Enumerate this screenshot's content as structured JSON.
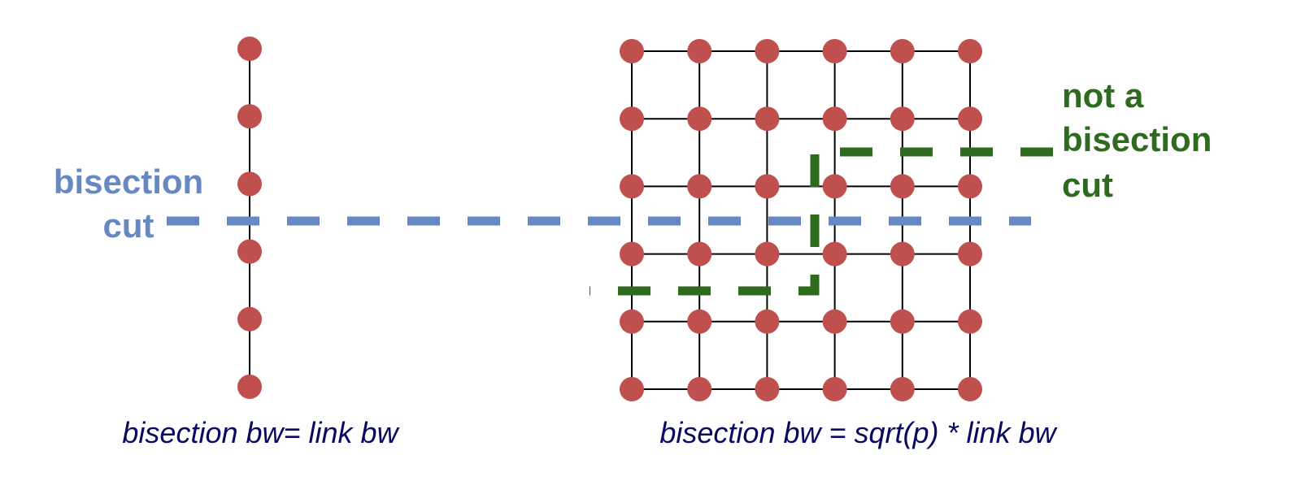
{
  "linear_array": {
    "node_count": 6,
    "cut_label_line1": "bisection",
    "cut_label_line2": "cut",
    "caption": "bisection bw= link bw"
  },
  "mesh": {
    "rows": 6,
    "cols": 6,
    "not_cut_label_line1": "not a",
    "not_cut_label_line2": "bisection",
    "not_cut_label_line3": "cut",
    "caption": "bisection bw = sqrt(p) * link bw"
  },
  "colors": {
    "node": "#c0504d",
    "edge": "#000000",
    "bisection_cut": "#6688c3",
    "non_bisection_cut": "#2e6b1f",
    "caption": "#0a0a60"
  }
}
